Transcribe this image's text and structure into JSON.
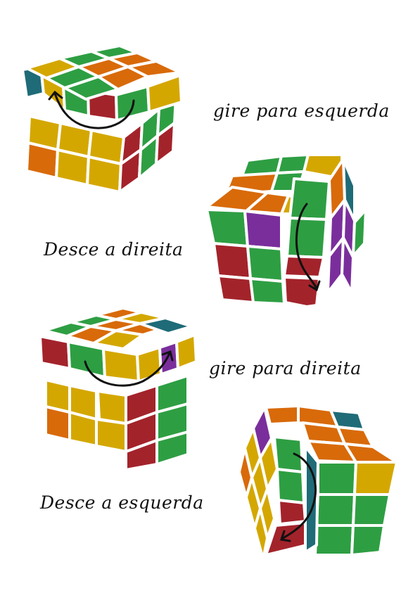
{
  "instructions": {
    "step1": "gire para esquerda",
    "step2": "Desce a direita",
    "step3": "gire para direita",
    "step4": "Desce a esquerda"
  },
  "colors": {
    "background": "#ffffff",
    "yellow": "#d4a700",
    "green": "#2e9e43",
    "orange": "#d86a0a",
    "red": "#a3232b",
    "purple": "#7a2e9c",
    "teal": "#1f6b78",
    "arrow": "#111111"
  },
  "icons": [
    "rubiks-cube-icon",
    "curved-arrow-icon"
  ]
}
